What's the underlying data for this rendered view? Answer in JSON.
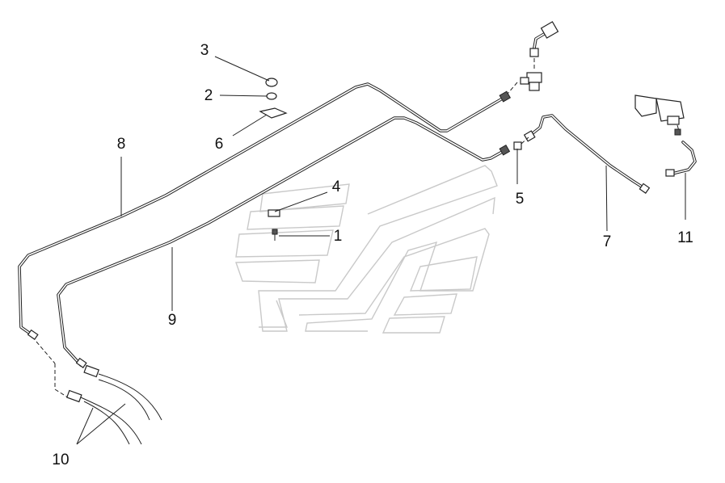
{
  "callouts": [
    {
      "id": "c1",
      "label": "1"
    },
    {
      "id": "c2",
      "label": "2"
    },
    {
      "id": "c3",
      "label": "3"
    },
    {
      "id": "c4",
      "label": "4"
    },
    {
      "id": "c5",
      "label": "5"
    },
    {
      "id": "c6",
      "label": "6"
    },
    {
      "id": "c7",
      "label": "7"
    },
    {
      "id": "c8",
      "label": "8"
    },
    {
      "id": "c9",
      "label": "9"
    },
    {
      "id": "c10",
      "label": "10"
    },
    {
      "id": "c11",
      "label": "11"
    }
  ],
  "colors": {
    "line": "#222222",
    "watermark": "#c9c9c9",
    "background": "#ffffff"
  }
}
